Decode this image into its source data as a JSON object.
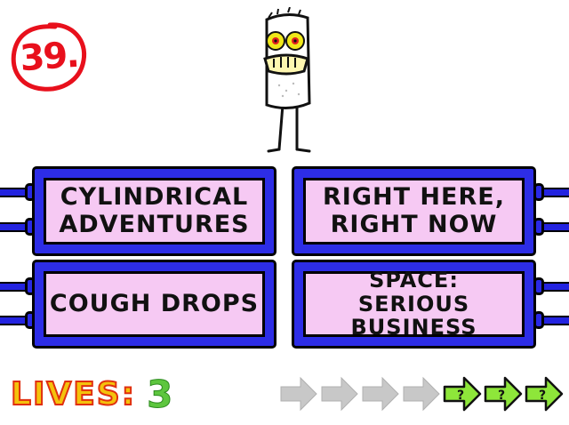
{
  "question": {
    "number": "39."
  },
  "answers": [
    {
      "label": "CYLINDRICAL\nADVENTURES"
    },
    {
      "label": "RIGHT HERE,\nRIGHT NOW"
    },
    {
      "label": "COUGH DROPS"
    },
    {
      "label": "SPACE:\nSERIOUS BUSINESS"
    }
  ],
  "lives": {
    "label": "LIVES:",
    "count": "3"
  },
  "progress": {
    "states": [
      "done",
      "done",
      "done",
      "done",
      "remaining",
      "remaining",
      "remaining"
    ],
    "remaining_symbol": "?"
  },
  "colors": {
    "badge": "#e8101c",
    "panel_frame": "#2d2de6",
    "panel_fill": "#f6c9f3",
    "lives_label": "#f4c20c",
    "lives_count": "#5dc63e",
    "arrow_done": "#c8c8c8",
    "arrow_remaining": "#8ee63a"
  }
}
